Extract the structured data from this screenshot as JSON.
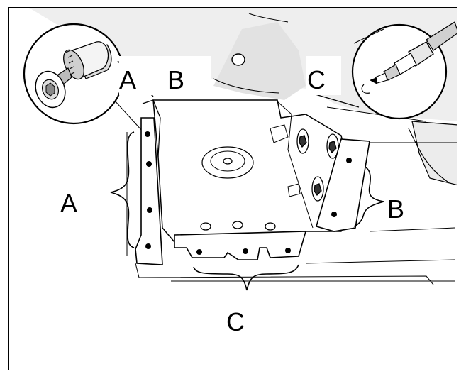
{
  "labels": {
    "top_a": "A",
    "top_b": "B",
    "top_c": "C",
    "side_a": "A",
    "side_b": "B",
    "bottom_c": "C"
  },
  "icons": {
    "left_inset": "rivet-nut-icon",
    "right_inset": "screwdriver-icon"
  },
  "colors": {
    "line": "#000000",
    "background_shade": "#eeeeee",
    "paper": "#ffffff"
  }
}
